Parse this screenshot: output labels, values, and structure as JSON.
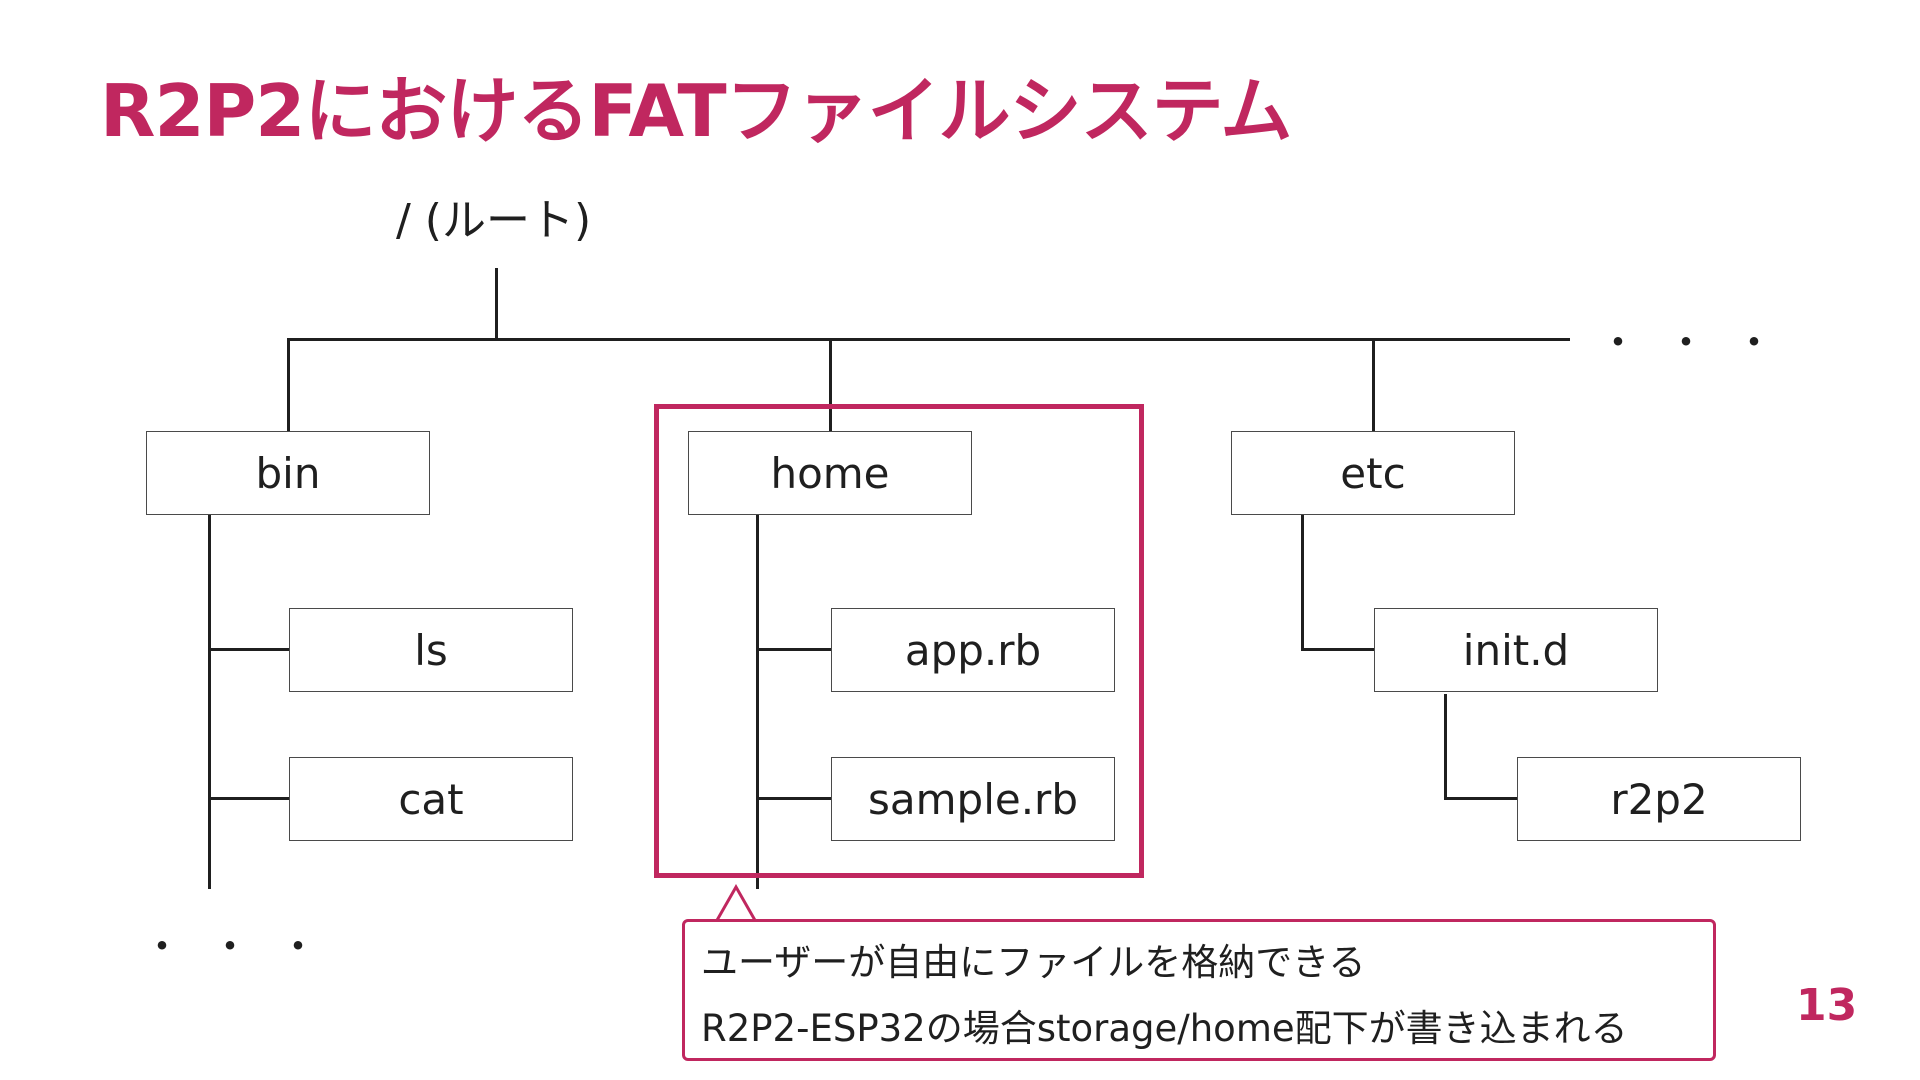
{
  "title": "R2P2におけるFATファイルシステム",
  "tree": {
    "root_label": "/ (ルート)",
    "nodes": {
      "bin": "bin",
      "ls": "ls",
      "cat": "cat",
      "home": "home",
      "app_rb": "app.rb",
      "sample_rb": "sample.rb",
      "etc": "etc",
      "init_d": "init.d",
      "r2p2": "r2p2"
    },
    "ellipsis_top": "・・・",
    "ellipsis_bottom": "・・・"
  },
  "callout": {
    "line1": "ユーザーが自由にファイルを格納できる",
    "line2": "R2P2-ESP32の場合storage/home配下が書き込まれる"
  },
  "page_number": "13",
  "colors": {
    "accent": "#c0275f",
    "line": "#1f1f1f"
  }
}
